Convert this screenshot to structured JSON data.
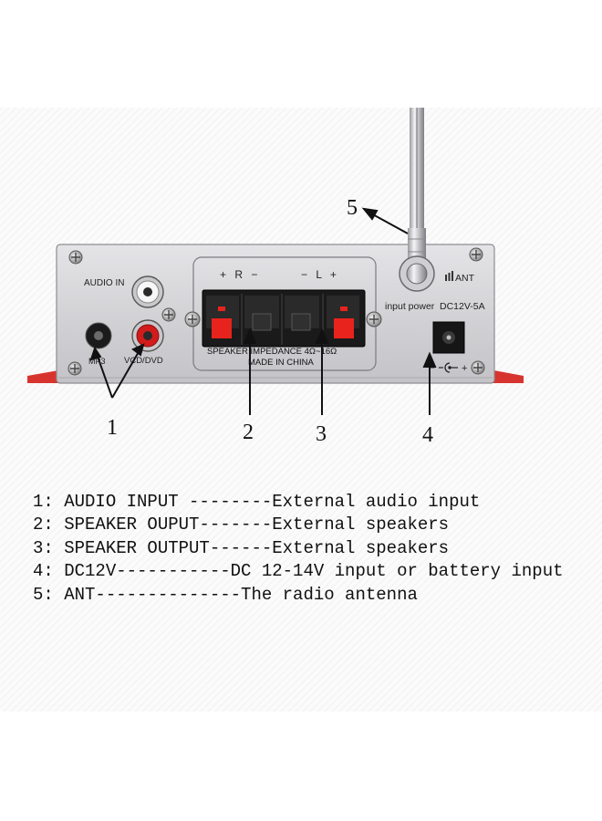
{
  "panel": {
    "audio_in_label": "AUDIO IN",
    "mp3_label": "MP3",
    "vcd_label": "VCD/DVD",
    "polarity_left": "+ R −",
    "polarity_right": "− L +",
    "impedance_label": "SPEAKER IMPEDANCE  4Ω~16Ω",
    "made_in_label": "MADE IN CHINA",
    "ant_label": "ANT",
    "input_power_label": "input power",
    "dc_rating_label": "DC12V-5A",
    "dc_polarity_minus": "−",
    "dc_polarity_plus": "+"
  },
  "callouts": [
    "1",
    "2",
    "3",
    "4",
    "5"
  ],
  "legend": [
    "1: AUDIO INPUT --------External audio input",
    "2: SPEAKER OUPUT-------External speakers",
    "3: SPEAKER OUTPUT------External speakers",
    "4: DC12V-----------DC 12-14V input or battery input",
    "5: ANT--------------The radio antenna"
  ],
  "colors": {
    "panel": "#d9d9dc",
    "terminal_body": "#1a1a1a",
    "terminal_red": "#e8231d",
    "rca_red": "#d21c1c",
    "bracket_red": "#d8342f"
  }
}
